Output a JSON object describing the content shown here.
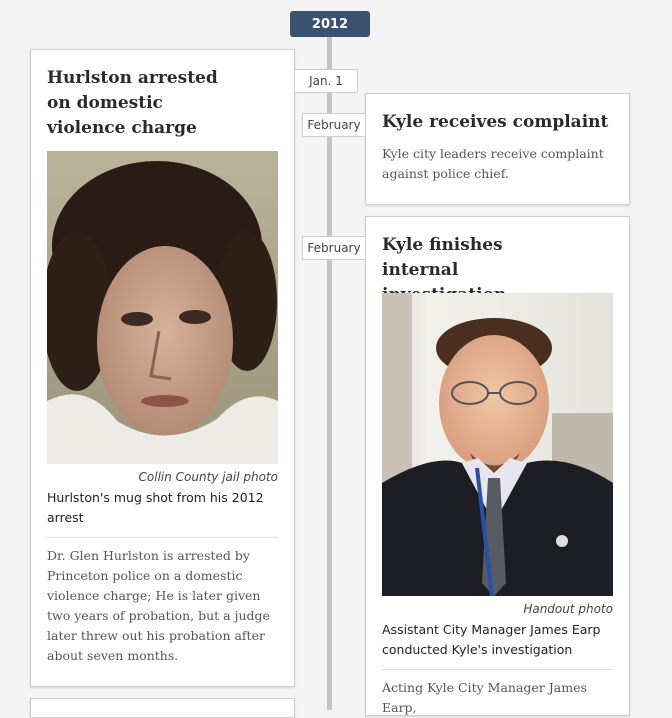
{
  "timeline": {
    "year": "2012"
  },
  "events": [
    {
      "date": "Jan. 1",
      "title": "Hurlston arrested on domestic violence charge",
      "photo_credit": "Collin County jail photo",
      "photo_caption": "Hurlston's mug shot from his 2012 arrest",
      "body": "Dr. Glen Hurlston is arrested by Princeton police on a domestic violence charge; He is later given two years of probation, but a judge later threw out his probation after about seven months."
    },
    {
      "date": "February",
      "title": "Kyle receives complaint",
      "body": "Kyle city leaders receive complaint against police chief."
    },
    {
      "date": "February",
      "title": "Kyle finishes internal investigation",
      "photo_credit": "Handout photo",
      "photo_caption": "Assistant City Manager James Earp conducted Kyle's investigation",
      "body": "Acting Kyle City Manager James Earp,"
    }
  ]
}
